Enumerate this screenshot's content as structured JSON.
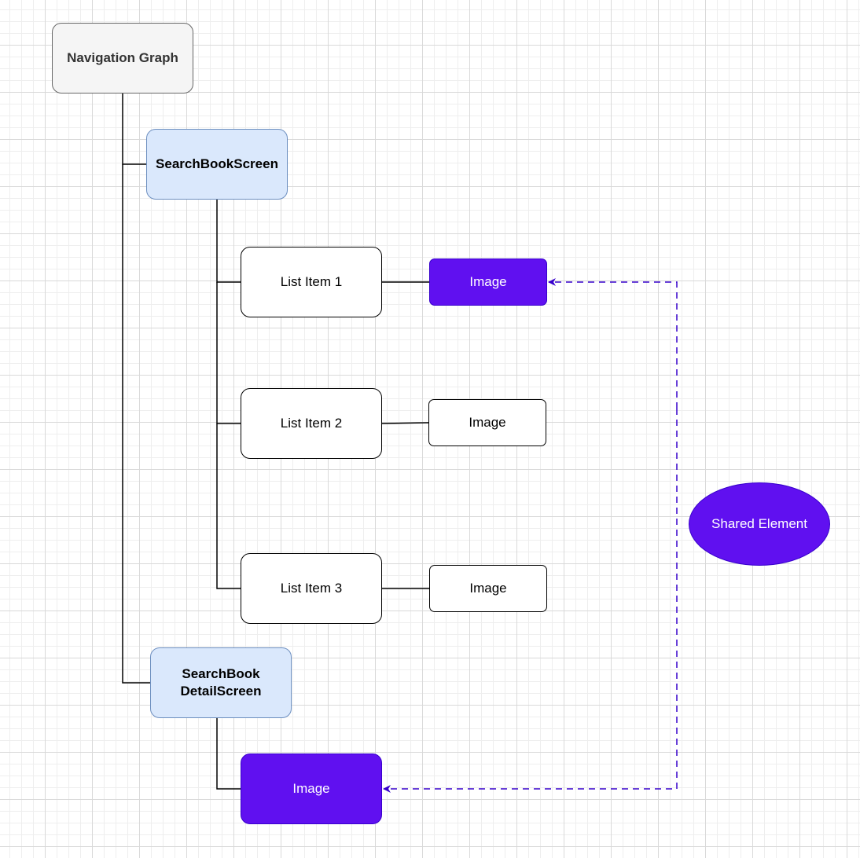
{
  "diagram": {
    "nodes": {
      "navigation_graph": "Navigation Graph",
      "search_book_screen": "SearchBookScreen",
      "list_item_1": "List Item 1",
      "list_item_2": "List Item 2",
      "list_item_3": "List Item 3",
      "image_1": "Image",
      "image_2": "Image",
      "image_3": "Image",
      "detail_screen": "SearchBook\nDetailScreen",
      "detail_image": "Image",
      "shared_element": "Shared Element"
    },
    "colors": {
      "accent": "#6010f0",
      "screen_fill": "#dae8fc",
      "screen_border": "#6c8ebf",
      "root_fill": "#f5f5f5",
      "edge": "#000000",
      "dashed_edge": "#3700cc"
    }
  }
}
